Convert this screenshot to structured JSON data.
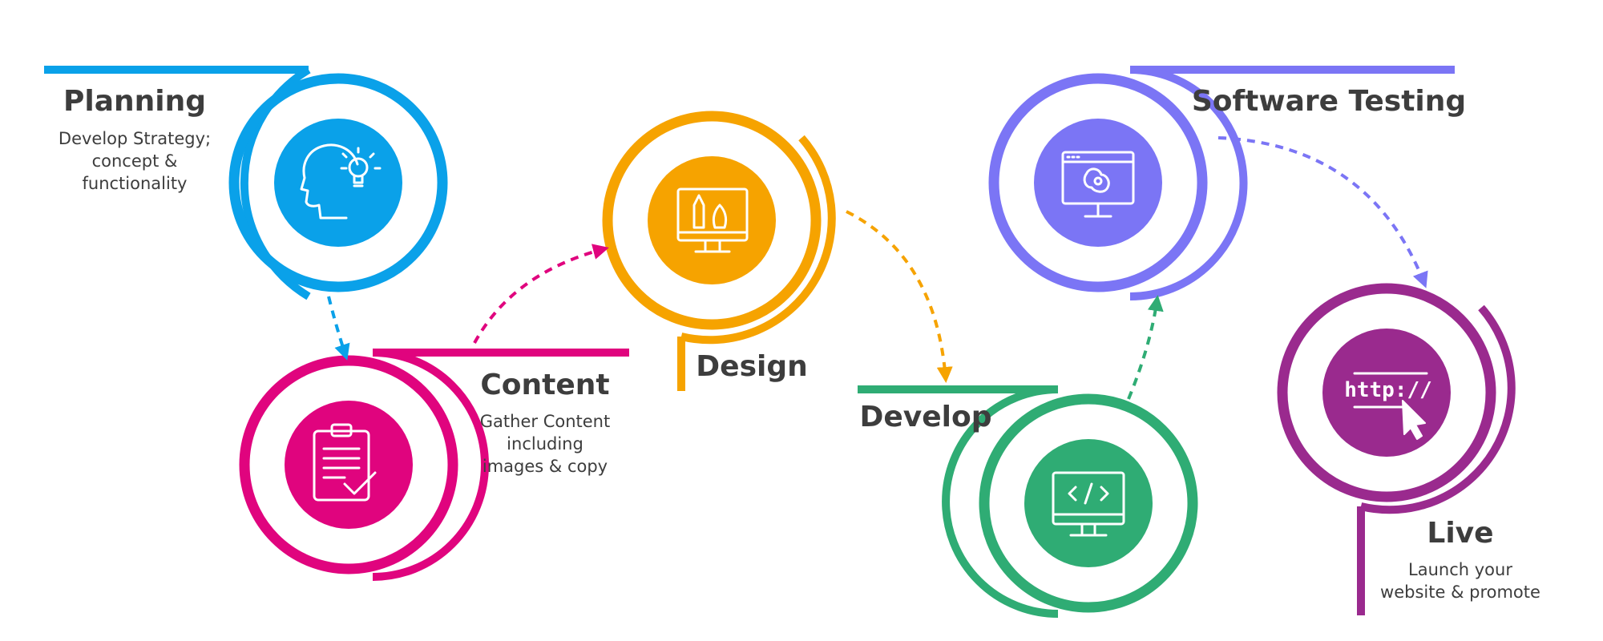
{
  "colors": {
    "planning": "#0aa1e9",
    "content": "#e0047e",
    "design": "#f6a300",
    "develop": "#2fac74",
    "testing": "#7b75f5",
    "live": "#9a2a8e",
    "text": "#3d3d3d"
  },
  "steps": {
    "planning": {
      "title": "Planning",
      "desc": [
        "Develop Strategy;",
        "concept &",
        "functionality"
      ],
      "icon": "head-lightbulb-icon"
    },
    "content": {
      "title": "Content",
      "desc": [
        "Gather Content",
        "including",
        "images & copy"
      ],
      "icon": "clipboard-check-icon"
    },
    "design": {
      "title": "Design",
      "icon": "monitor-pencil-brush-icon"
    },
    "develop": {
      "title": "Develop",
      "icon": "monitor-code-icon"
    },
    "testing": {
      "title": "Software Testing",
      "icon": "browser-bug-icon"
    },
    "live": {
      "title": "Live",
      "desc": [
        "Launch your",
        "website & promote"
      ],
      "icon": "http-cursor-icon",
      "icon_text": "http://"
    }
  }
}
